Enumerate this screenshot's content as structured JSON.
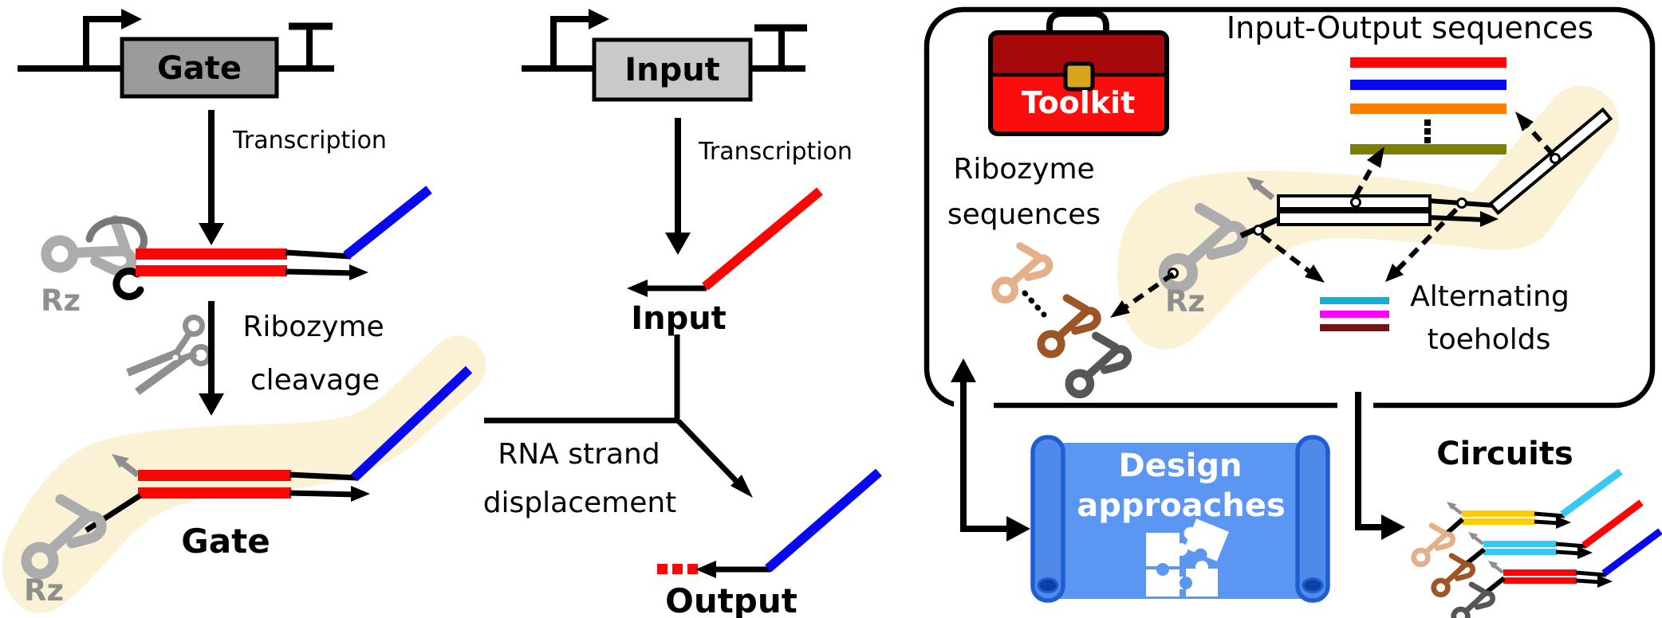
{
  "left_pathway": {
    "gate_construct_label": "Gate",
    "transcription_label": "Transcription",
    "rz_label_uncleaved": "Rz",
    "cleavage_label_line1": "Ribozyme",
    "cleavage_label_line2": "cleavage",
    "cleaved_gate_rz_label": "Rz",
    "cleaved_gate_label": "Gate"
  },
  "middle_pathway": {
    "input_construct_label": "Input",
    "transcription_label": "Transcription",
    "input_rna_label": "Input",
    "displacement_label_line1": "RNA strand",
    "displacement_label_line2": "displacement",
    "output_label": "Output"
  },
  "toolkit_panel": {
    "toolkit_label": "Toolkit",
    "io_sequences_label": "Input-Output sequences",
    "ribozyme_sequences_line1": "Ribozyme",
    "ribozyme_sequences_line2": "sequences",
    "template_rz_label": "Rz",
    "toeholds_line1": "Alternating",
    "toeholds_line2": "toeholds"
  },
  "bottom_flow": {
    "design_line1": "Design",
    "design_line2": "approaches",
    "circuits_label": "Circuits"
  },
  "colors": {
    "red": "#F90606",
    "blue": "#0909EF",
    "orange": "#FF7D00",
    "olive": "#7E7E00",
    "cyan": "#16AED6",
    "circuitcyan": "#38C9F2",
    "magenta": "#FB02FB",
    "maroon": "#7A1113",
    "yellow": "#FFCD00",
    "tan": "#E3B089",
    "brown": "#9E5526",
    "darkgray": "#565656",
    "lightgray": "#ACACAC",
    "midgray": "#8F8F8F",
    "arcgray": "#787878",
    "gatebox": "#9B9B9B",
    "inputbox": "#C9C9C9",
    "highlight": "#FBF2D6",
    "toolkitdark": "#A50909",
    "toolkitred": "#F90D0D",
    "toolkitgold": "#D8A51E",
    "scroll": "#5B97F2",
    "roller": "#4F89E9",
    "rollerborder": "#1E5ED2",
    "rollerend": "#0D3FA6"
  }
}
